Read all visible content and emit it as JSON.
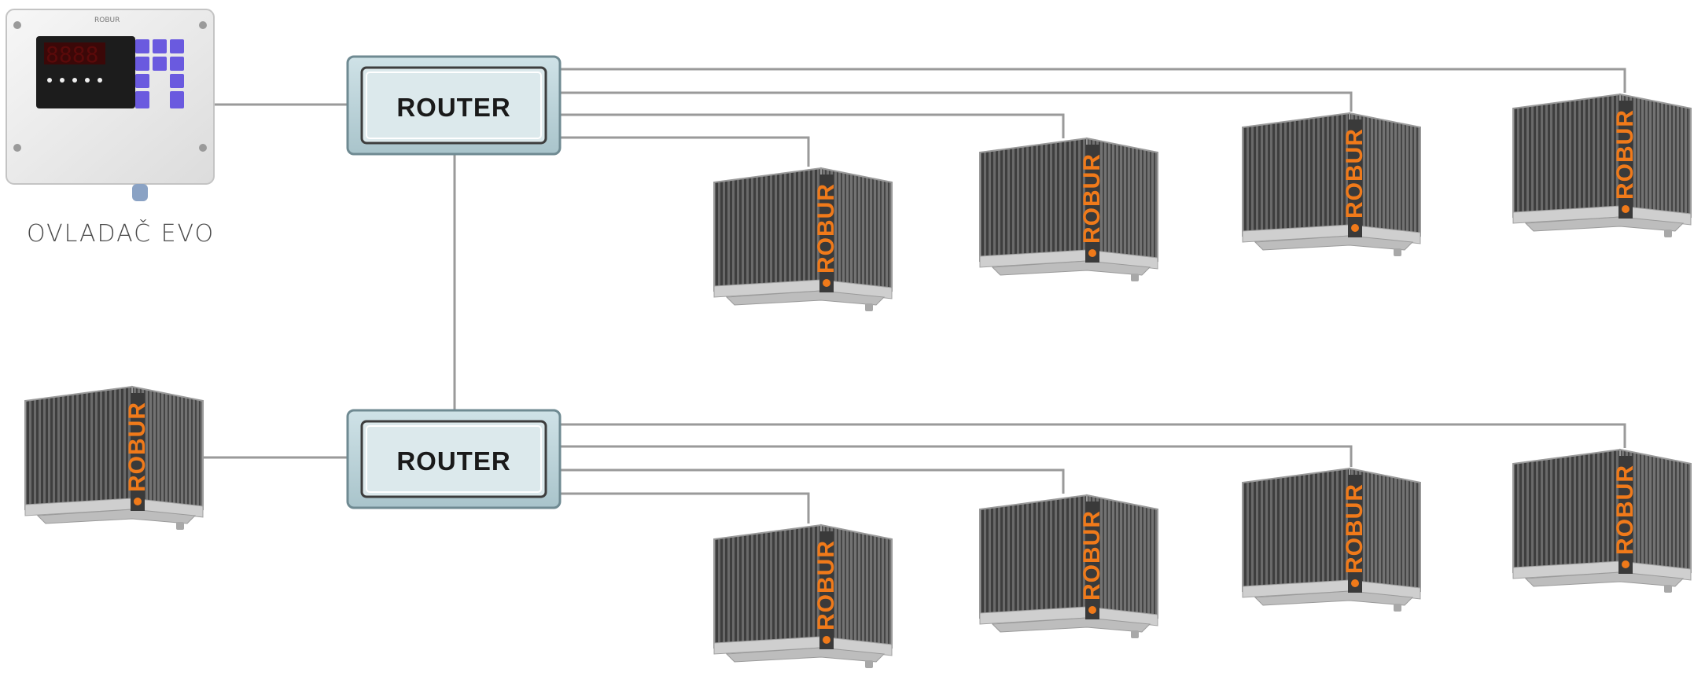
{
  "controller": {
    "caption": "OVLADAČ EVO",
    "brand": "ROBUR",
    "display": "8888"
  },
  "routers": [
    {
      "label": "ROUTER"
    },
    {
      "label": "ROUTER"
    }
  ],
  "unit_brand": "ROBUR",
  "colors": {
    "connection_line": "#9a9a9a",
    "router_body": "#bcd3d9",
    "router_panel": "#d8e8ec",
    "unit_grille": "#5b5b5b",
    "unit_frame": "#c9c9c9",
    "brand_orange": "#f07a1a"
  }
}
